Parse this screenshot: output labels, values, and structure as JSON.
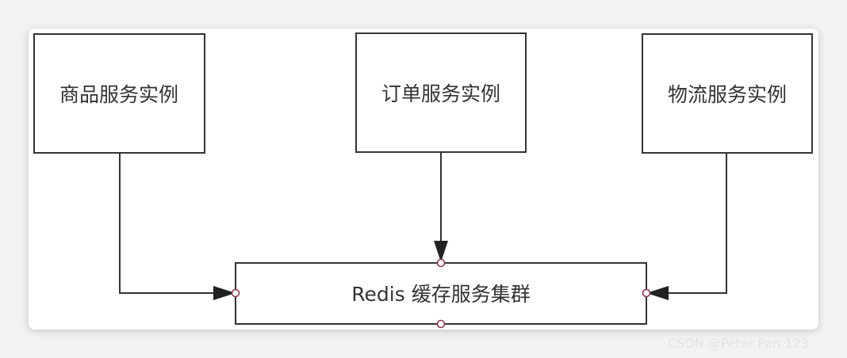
{
  "nodes": {
    "product": "商品服务实例",
    "order": "订单服务实例",
    "logistics": "物流服务实例",
    "redis": "Redis 缓存服务集群"
  },
  "watermark": "CSDN @Peter Pan 123"
}
